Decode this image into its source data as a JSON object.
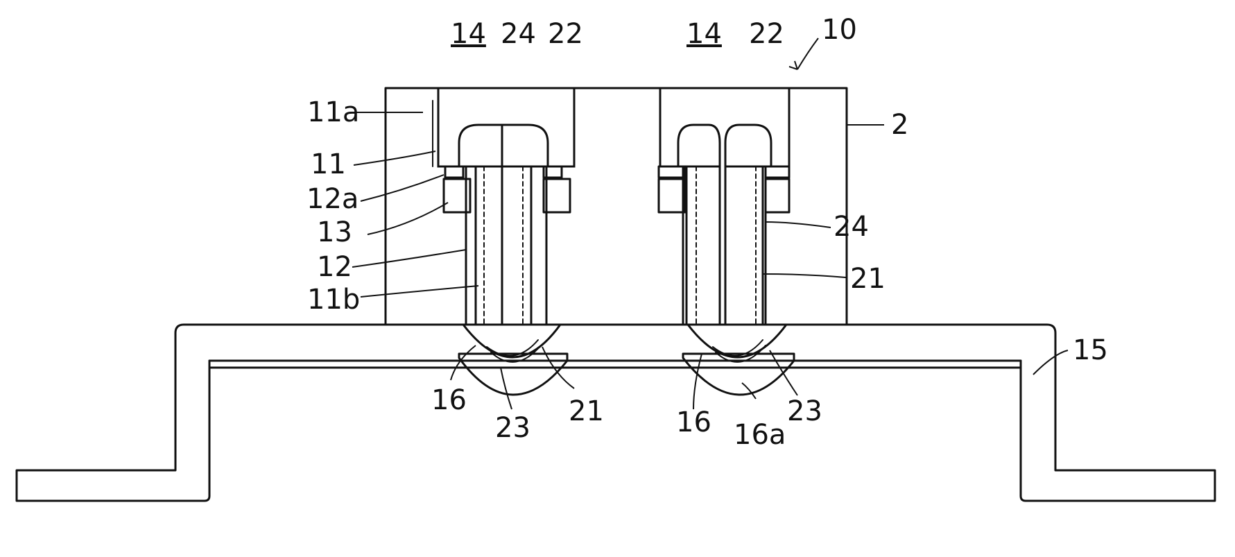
{
  "figure": {
    "labels": {
      "l14_left": "14",
      "l24_top": "24",
      "l22_left": "22",
      "l14_right": "14",
      "l22_right": "22",
      "l10": "10",
      "l11a": "11a",
      "l11": "11",
      "l12a": "12a",
      "l13": "13",
      "l12": "12",
      "l11b": "11b",
      "l2": "2",
      "l24_right": "24",
      "l21_right": "21",
      "l15": "15",
      "l16_left": "16",
      "l23_left": "23",
      "l21_bottom": "21",
      "l16_right": "16",
      "l16a": "16a",
      "l23_right": "23"
    }
  }
}
